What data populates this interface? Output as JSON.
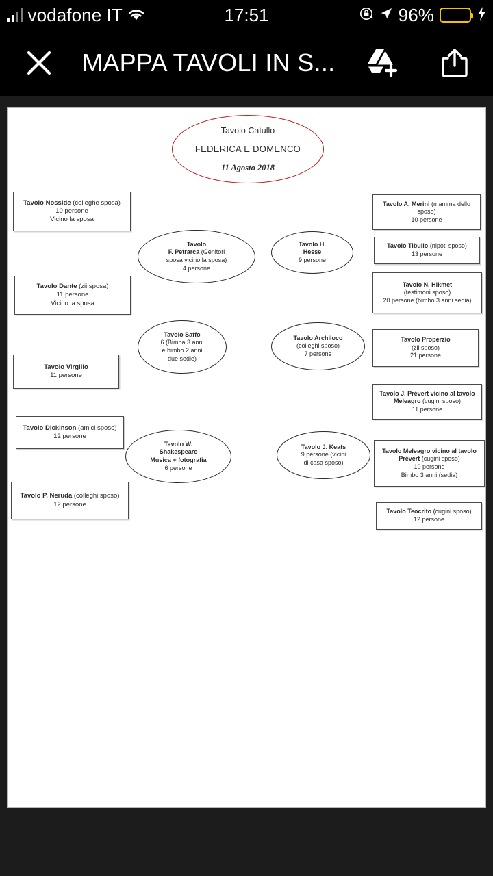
{
  "status_bar": {
    "carrier": "vodafone IT",
    "time": "17:51",
    "battery_percent": "96%",
    "icons": [
      "signal-bars-icon",
      "wifi-icon",
      "rotation-lock-icon",
      "location-arrow-icon",
      "battery-icon",
      "charging-bolt-icon"
    ],
    "battery_color": "#f3c300"
  },
  "toolbar": {
    "close_label": "✕",
    "title": "MAPPA TAVOLI IN S...",
    "drive_label": "add-to-drive-icon",
    "share_label": "share-icon"
  },
  "document": {
    "header": {
      "table": "Tavolo Catullo",
      "couple": "FEDERICA E DOMENCO",
      "date": "11 Agosto 2018",
      "accent_color": "#c0201c"
    },
    "left_boxes": [
      {
        "title": "Tavolo Nosside",
        "qualifier": " (colleghe sposa)",
        "lines": [
          "10 persone",
          "Vicino la sposa"
        ]
      },
      {
        "title": "Tavolo Dante",
        "qualifier": " (zii sposa)",
        "lines": [
          "11 persone",
          "Vicino la sposa"
        ]
      },
      {
        "title": "Tavolo Virgilio",
        "qualifier": "",
        "lines": [
          "11 persone"
        ]
      },
      {
        "title": "Tavolo Dickinson",
        "qualifier": " (amici sposo)",
        "lines": [
          "12 persone"
        ]
      },
      {
        "title": "Tavolo P. Neruda",
        "qualifier": " (colleghi sposo)",
        "lines": [
          "12 persone"
        ]
      }
    ],
    "right_boxes": [
      {
        "title": "Tavolo A. Merini",
        "qualifier": " (mamma dello sposo)",
        "lines": [
          "10 persone"
        ]
      },
      {
        "title": "Tavolo Tibullo",
        "qualifier": " (nipoti sposo)",
        "lines": [
          "13 persone"
        ]
      },
      {
        "title": "Tavolo N. Hikmet",
        "qualifier": "",
        "lines": [
          "(testimoni sposo)",
          "20 persone (bimbo 3 anni sedia)"
        ]
      },
      {
        "title": "Tavolo Properzio",
        "qualifier": "",
        "lines": [
          "(zii sposo)",
          "21 persone"
        ]
      },
      {
        "title": "Tavolo J. Prévert vicino al tavolo Meleagro",
        "qualifier": " (cugini sposo)",
        "lines": [
          "11 persone"
        ]
      },
      {
        "title": "Tavolo Meleagro vicino al tavolo Prévert",
        "qualifier": " (cugini sposo)",
        "lines": [
          "10 persone",
          "Bimbo 3 anni (sedia)"
        ]
      },
      {
        "title": "Tavolo Teocrito",
        "qualifier": " (cugini sposo)",
        "lines": [
          "12 persone"
        ]
      }
    ],
    "center_ovals": [
      {
        "title": "Tavolo\nF. Petrarca",
        "qualifier": " (Genitori sposa vicino la sposa)",
        "lines": [
          "4 persone"
        ]
      },
      {
        "title": "Tavolo H.\nHesse",
        "qualifier": "",
        "lines": [
          "9 persone"
        ]
      },
      {
        "title": "Tavolo Saffo",
        "qualifier": "",
        "lines": [
          "6 (Bimba 3 anni",
          "e bimbo 2 anni",
          "due sedie)"
        ]
      },
      {
        "title": "Tavolo Archiloco",
        "qualifier": "",
        "lines": [
          "(colleghi sposo)",
          "7 persone"
        ]
      },
      {
        "title": "Tavolo W.\nShakespeare\nMusica + fotografia",
        "qualifier": "",
        "lines": [
          "6 persone"
        ]
      },
      {
        "title": "Tavolo J. Keats",
        "qualifier": "",
        "lines": [
          "9 persone (vicini",
          "di casa sposo)"
        ]
      }
    ]
  }
}
